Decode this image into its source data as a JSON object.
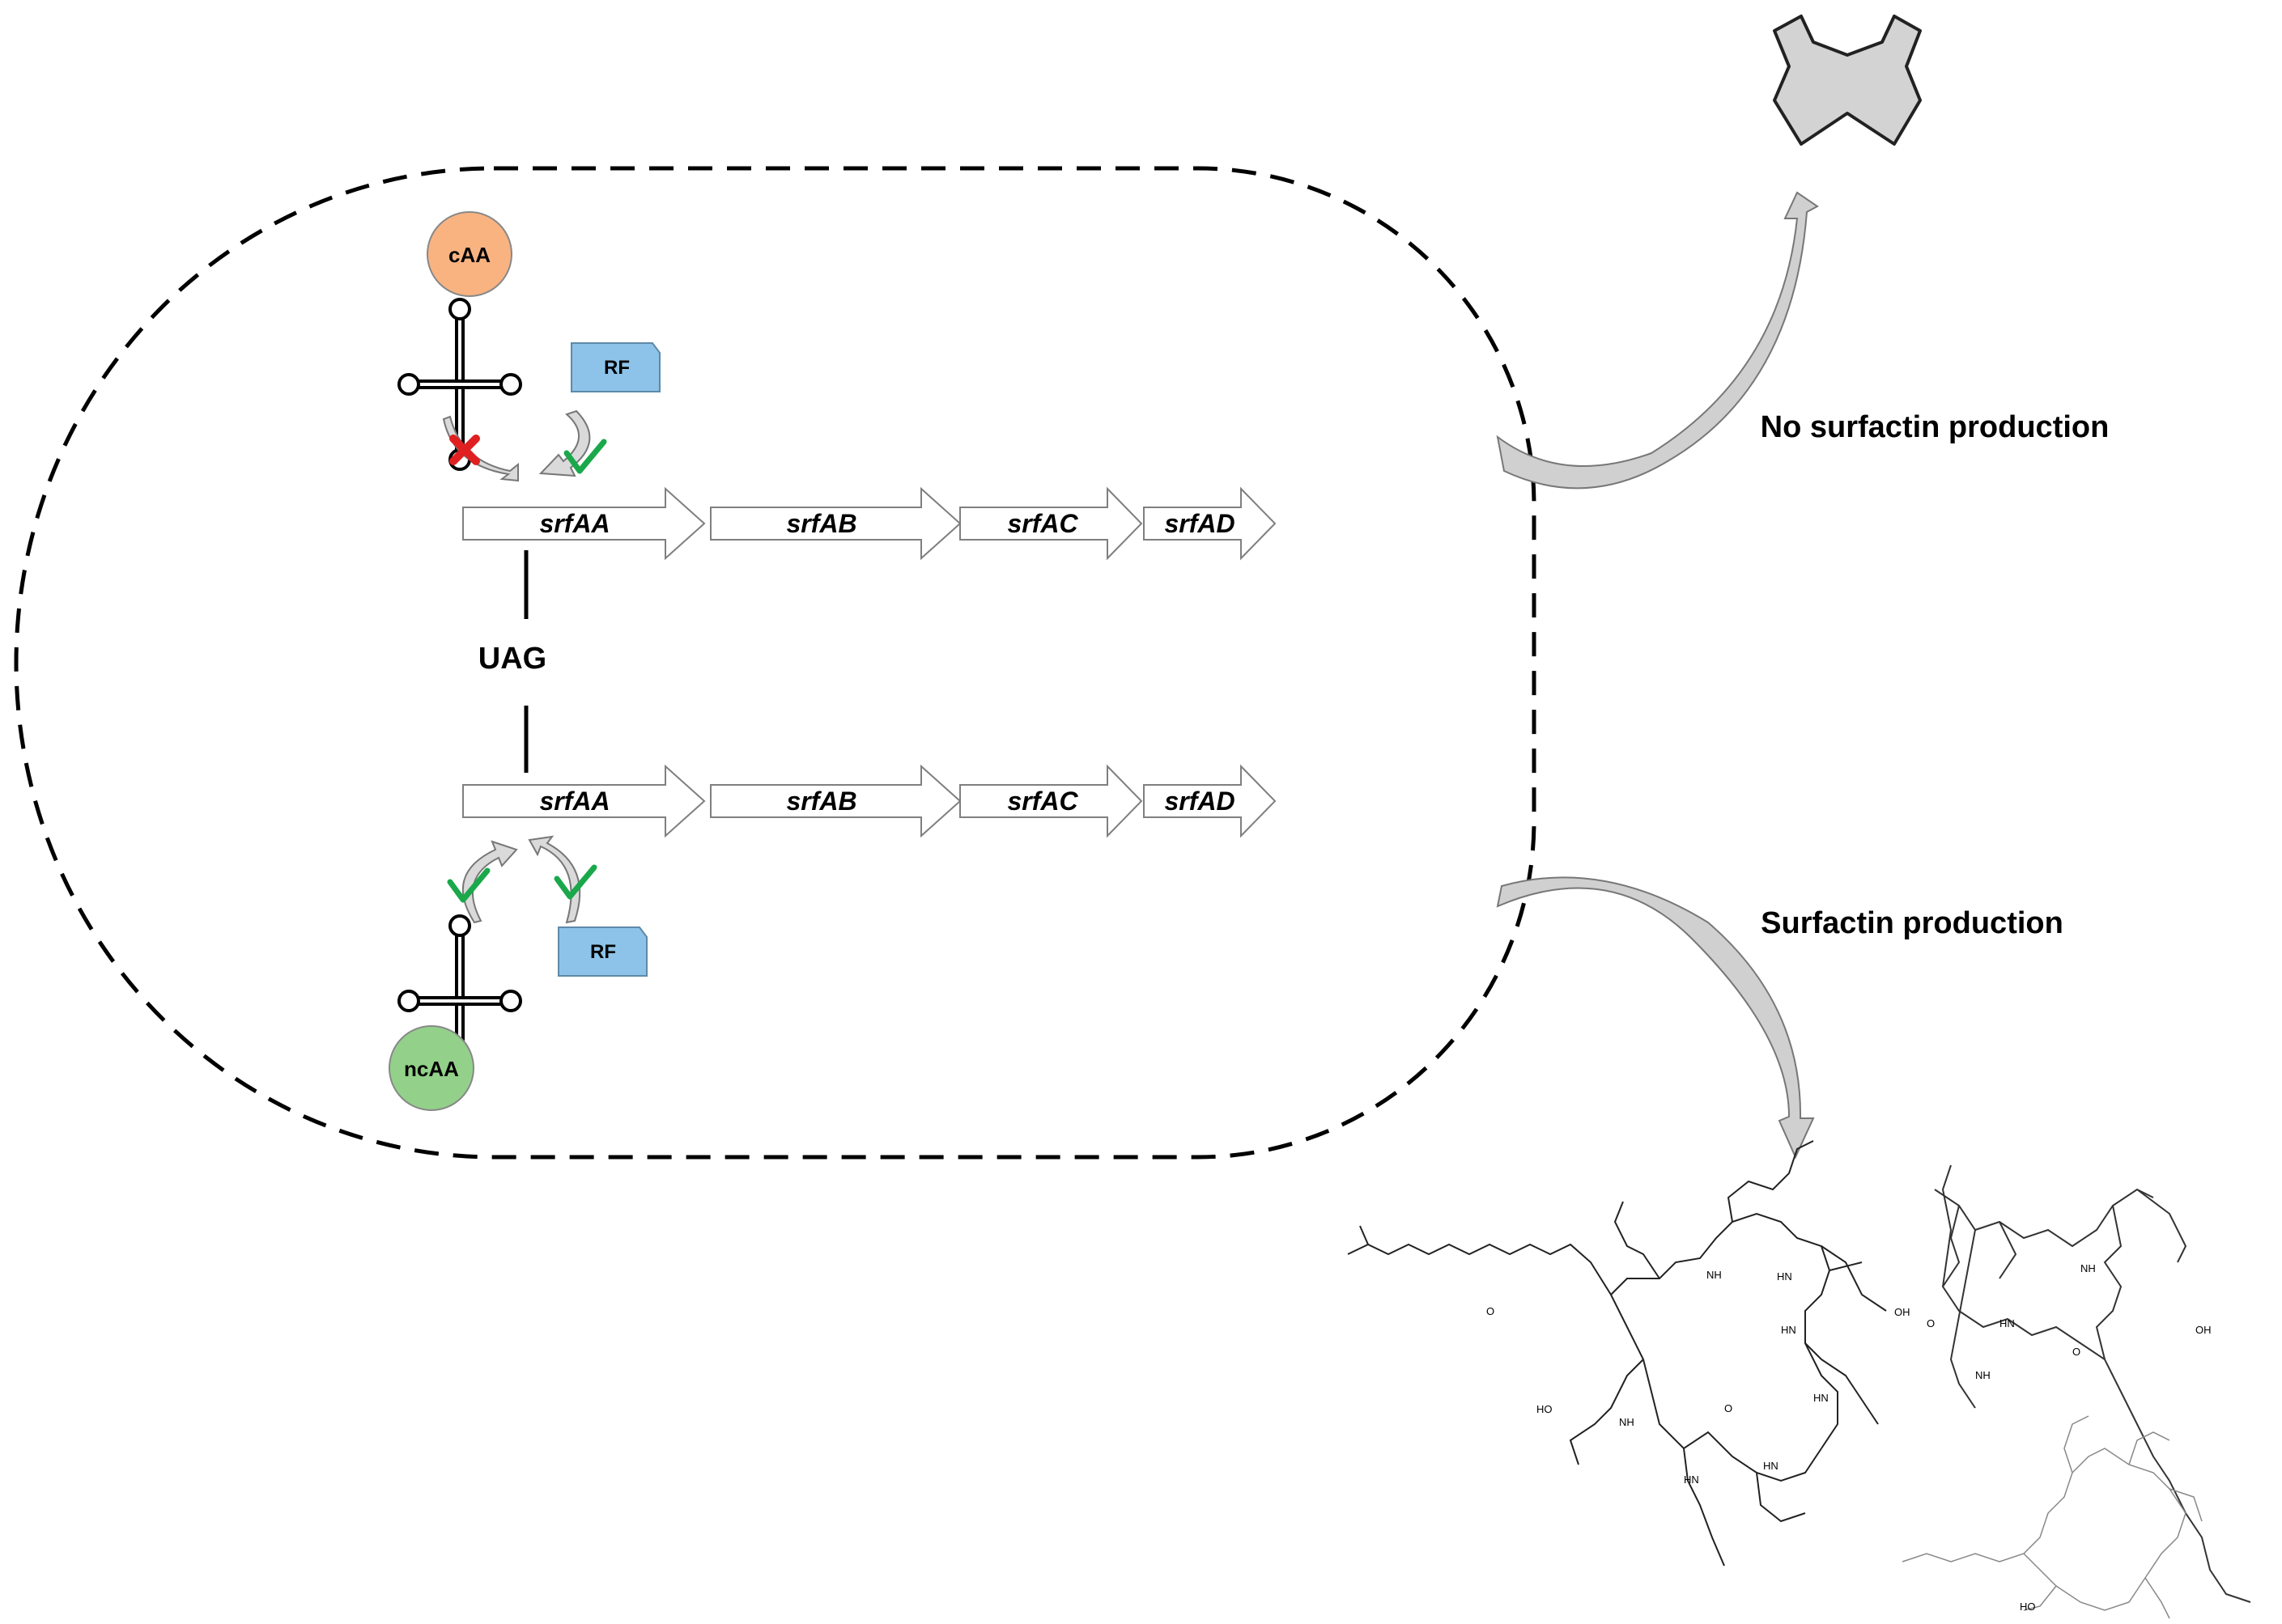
{
  "labels": {
    "caa": "cAA",
    "ncaa": "ncAA",
    "rf": "RF",
    "codon": "UAG",
    "outcome_none": "No surfactin production",
    "outcome_yes": "Surfactin production"
  },
  "genes": [
    "srfAA",
    "srfAB",
    "srfAC",
    "srfAD"
  ],
  "molecule_atoms": {
    "nh": "NH",
    "hn": "HN",
    "o": "O",
    "oh": "OH",
    "ho": "HO"
  },
  "colors": {
    "caa": "#F9B381",
    "ncaa": "#93D18A",
    "rf": "#8DC3E8",
    "cross_mark": "#E02020",
    "check_mark": "#1AA84B",
    "curved_arrow": "#CCCCCC",
    "big_x": "#D3D3D3",
    "gene_arrow_fill": "#FFFFFF",
    "gene_arrow_stroke": "#7F7F7F"
  },
  "icons": {
    "trna": "trna-cloverleaf-icon",
    "no_result": "x-mark-icon",
    "blocked": "red-cross-icon",
    "allowed": "green-check-icon"
  }
}
